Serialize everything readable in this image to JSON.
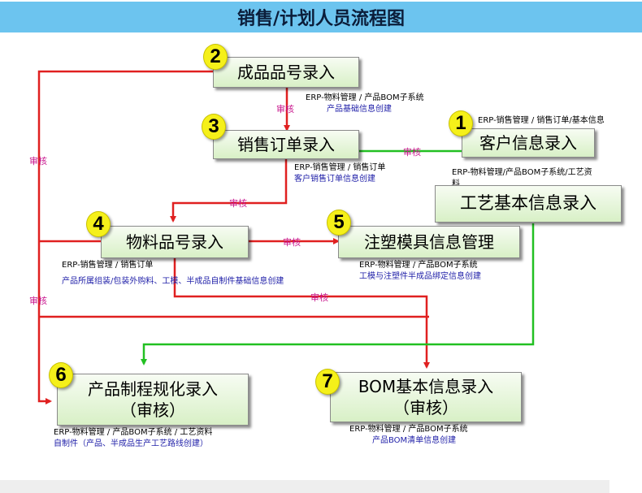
{
  "title": "销售/计划人员流程图",
  "audit_label": "审核",
  "nodes": [
    {
      "num": "1",
      "label": "客户信息录入",
      "system": "ERP-销售管理 / 销售订单/基本信息",
      "desc": ""
    },
    {
      "num": "2",
      "label": "成品品号录入",
      "system": "ERP-物料管理 / 产品BOM子系统",
      "desc": "产品基础信息创建"
    },
    {
      "num": "3",
      "label": "销售订单录入",
      "system": "ERP-销售管理 / 销售订单",
      "desc": "客户销售订单信息创建"
    },
    {
      "num": "4",
      "label": "物料品号录入",
      "system": "ERP-销售管理 / 销售订单",
      "desc": "产品所属组装/包装外购料、工模、半成品自制件基础信息创建"
    },
    {
      "num": "5",
      "label": "注塑模具信息管理",
      "system": "ERP-物料管理 / 产品BOM子系统",
      "desc": "工模与注塑件半成品绑定信息创建"
    },
    {
      "num": "6",
      "label": "产品制程规化录入",
      "sublabel": "（审核）",
      "system": "ERP-物料管理 / 产品BOM子系统 / 工艺资料",
      "desc": "自制件（产品、半成品生产工艺路线创建）"
    },
    {
      "num": "7",
      "label": "BOM基本信息录入",
      "sublabel": "（审核）",
      "system": "ERP-物料管理 / 产品BOM子系统",
      "desc": "产品BOM清单信息创建"
    },
    {
      "num": "",
      "label": "工艺基本信息录入",
      "system_line1": "ERP-物料管理/产品BOM子系统/工艺资",
      "system_line2": "料"
    }
  ],
  "colors": {
    "red": "#e02020",
    "green": "#22c022",
    "accent": "#6cc4ef"
  }
}
